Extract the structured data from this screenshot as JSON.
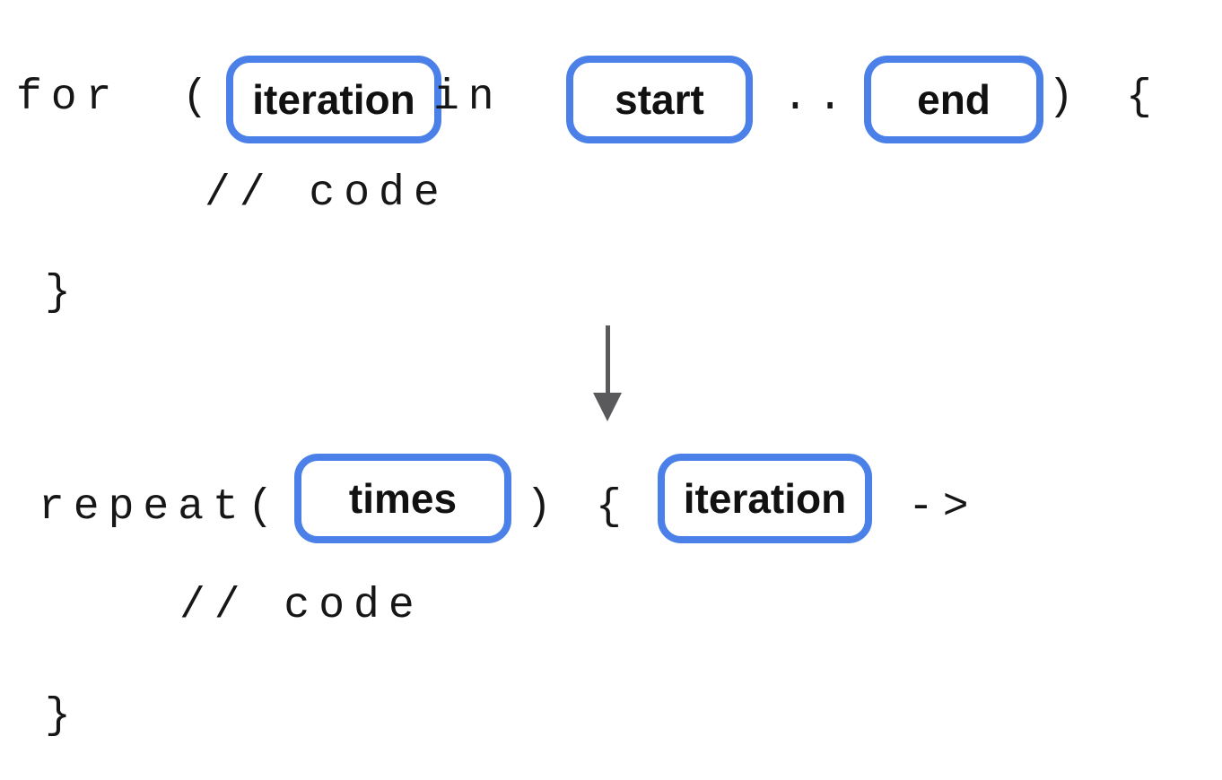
{
  "colors": {
    "background": "#ffffff",
    "box_border": "#4a80e8",
    "code_text": "#161616",
    "label_text": "#111111",
    "arrow": "#5a5a5c"
  },
  "for_snippet": {
    "keyword": "for",
    "open_paren": "(",
    "iteration_label": "iteration",
    "in_keyword": "in",
    "start_label": "start",
    "range_operator": "..",
    "end_label": "end",
    "close_paren": ")",
    "open_brace": "{",
    "body_comment": "// code",
    "close_brace": "}"
  },
  "arrow": {
    "icon": "down-arrow"
  },
  "repeat_snippet": {
    "keyword_call": "repeat(",
    "times_label": "times",
    "close_paren": ")",
    "open_brace": "{",
    "iteration_label": "iteration",
    "lambda_arrow": "->",
    "body_comment": "// code",
    "close_brace": "}"
  }
}
